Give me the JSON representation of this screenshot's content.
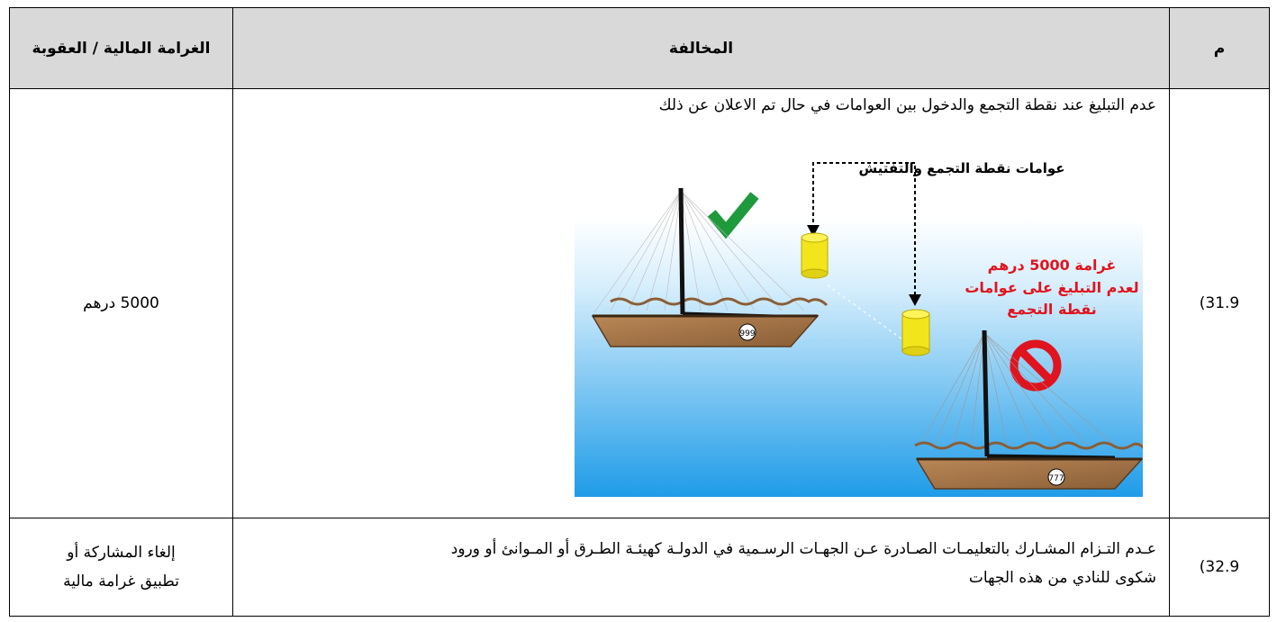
{
  "header": {
    "penalty_col": "الغرامة المالية / العقوبة",
    "violation_col": "المخالفة",
    "number_col": "م"
  },
  "rows": [
    {
      "number": "31.9)",
      "violation": "عدم التبليغ عند نقطة التجمع والدخول بين العوامات في حال تم الاعلان عن ذلك",
      "penalty": "5000 درهم",
      "illustration": {
        "buoys_label": "عوامات نقطة التجمع والتفتيش",
        "fine_line1": "غرامة 5000 درهم",
        "fine_line2": "لعدم التبليغ على عوامات",
        "fine_line3": "نقطة التجمع",
        "boat1_number": "999",
        "boat2_number": "777",
        "check_icon": "check-icon",
        "prohibited_icon": "prohibited-icon",
        "colors": {
          "check": "#1e9a3c",
          "prohibited": "#e0141e",
          "buoy": "#f2e51c",
          "boat": "#a9784a",
          "water_top": "#ffffff",
          "water_bottom": "#1f9ce8"
        }
      }
    },
    {
      "number": "32.9)",
      "violation_line1": "عـدم التـزام المشـارك بالتعليمـات الصـادرة عـن الجهـات الرسـمية في الدولـة كهيئـة الطـرق أو المـوانئ أو ورود",
      "violation_line2": "شكوى للنادي من هذه الجهات",
      "penalty_line1": "إلغاء المشاركة أو",
      "penalty_line2": "تطبيق غرامة مالية"
    }
  ]
}
